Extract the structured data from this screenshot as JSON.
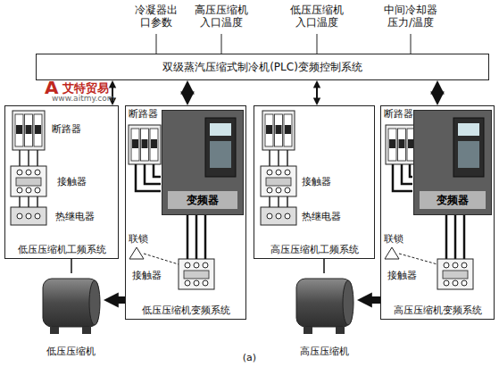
{
  "diagram": {
    "caption": "(a)",
    "nodes": [
      {
        "text": [
          "双级蒸汽压缩式制冷机(PLC)变频控制系统"
        ]
      },
      {
        "text": [
          "低压压缩机工频系统"
        ]
      },
      {
        "text": [
          "低压压缩机变频系统"
        ]
      },
      {
        "text": [
          "变频器"
        ],
        "in": 2
      },
      {
        "text": [
          "高压压缩机工频系统"
        ]
      },
      {
        "text": [
          "高压压缩机变频系统"
        ]
      },
      {
        "text": [
          "变频器"
        ],
        "in": 5
      },
      {
        "text": [
          "低压压缩机"
        ]
      },
      {
        "text": [
          "高压压缩机"
        ]
      }
    ],
    "edges": [
      {
        "from": 0,
        "to": 1,
        "arrow": "both"
      },
      {
        "from": 0,
        "to": 2,
        "arrow": "both"
      },
      {
        "from": 0,
        "to": 4,
        "arrow": "both"
      },
      {
        "from": 0,
        "to": 5,
        "arrow": "both"
      },
      {
        "from": 2,
        "to": 7,
        "arrow": "to"
      },
      {
        "from": 5,
        "to": 8,
        "arrow": "to"
      },
      {
        "from": 1,
        "to": 7,
        "arrow": "none"
      },
      {
        "from": 4,
        "to": 8,
        "arrow": "none"
      }
    ],
    "labels": [
      "冷凝器出口参数",
      "高压压缩机入口温度",
      "低压压缩机入口温度",
      "中间冷却器压力/温度",
      "断路器",
      "接触器",
      "热继电器",
      "断路器",
      "联锁",
      "接触器",
      "接触器",
      "热继电器",
      "断路器",
      "联锁",
      "接触器",
      "A",
      "艾特贸易",
      "www.aitmy.com"
    ]
  }
}
